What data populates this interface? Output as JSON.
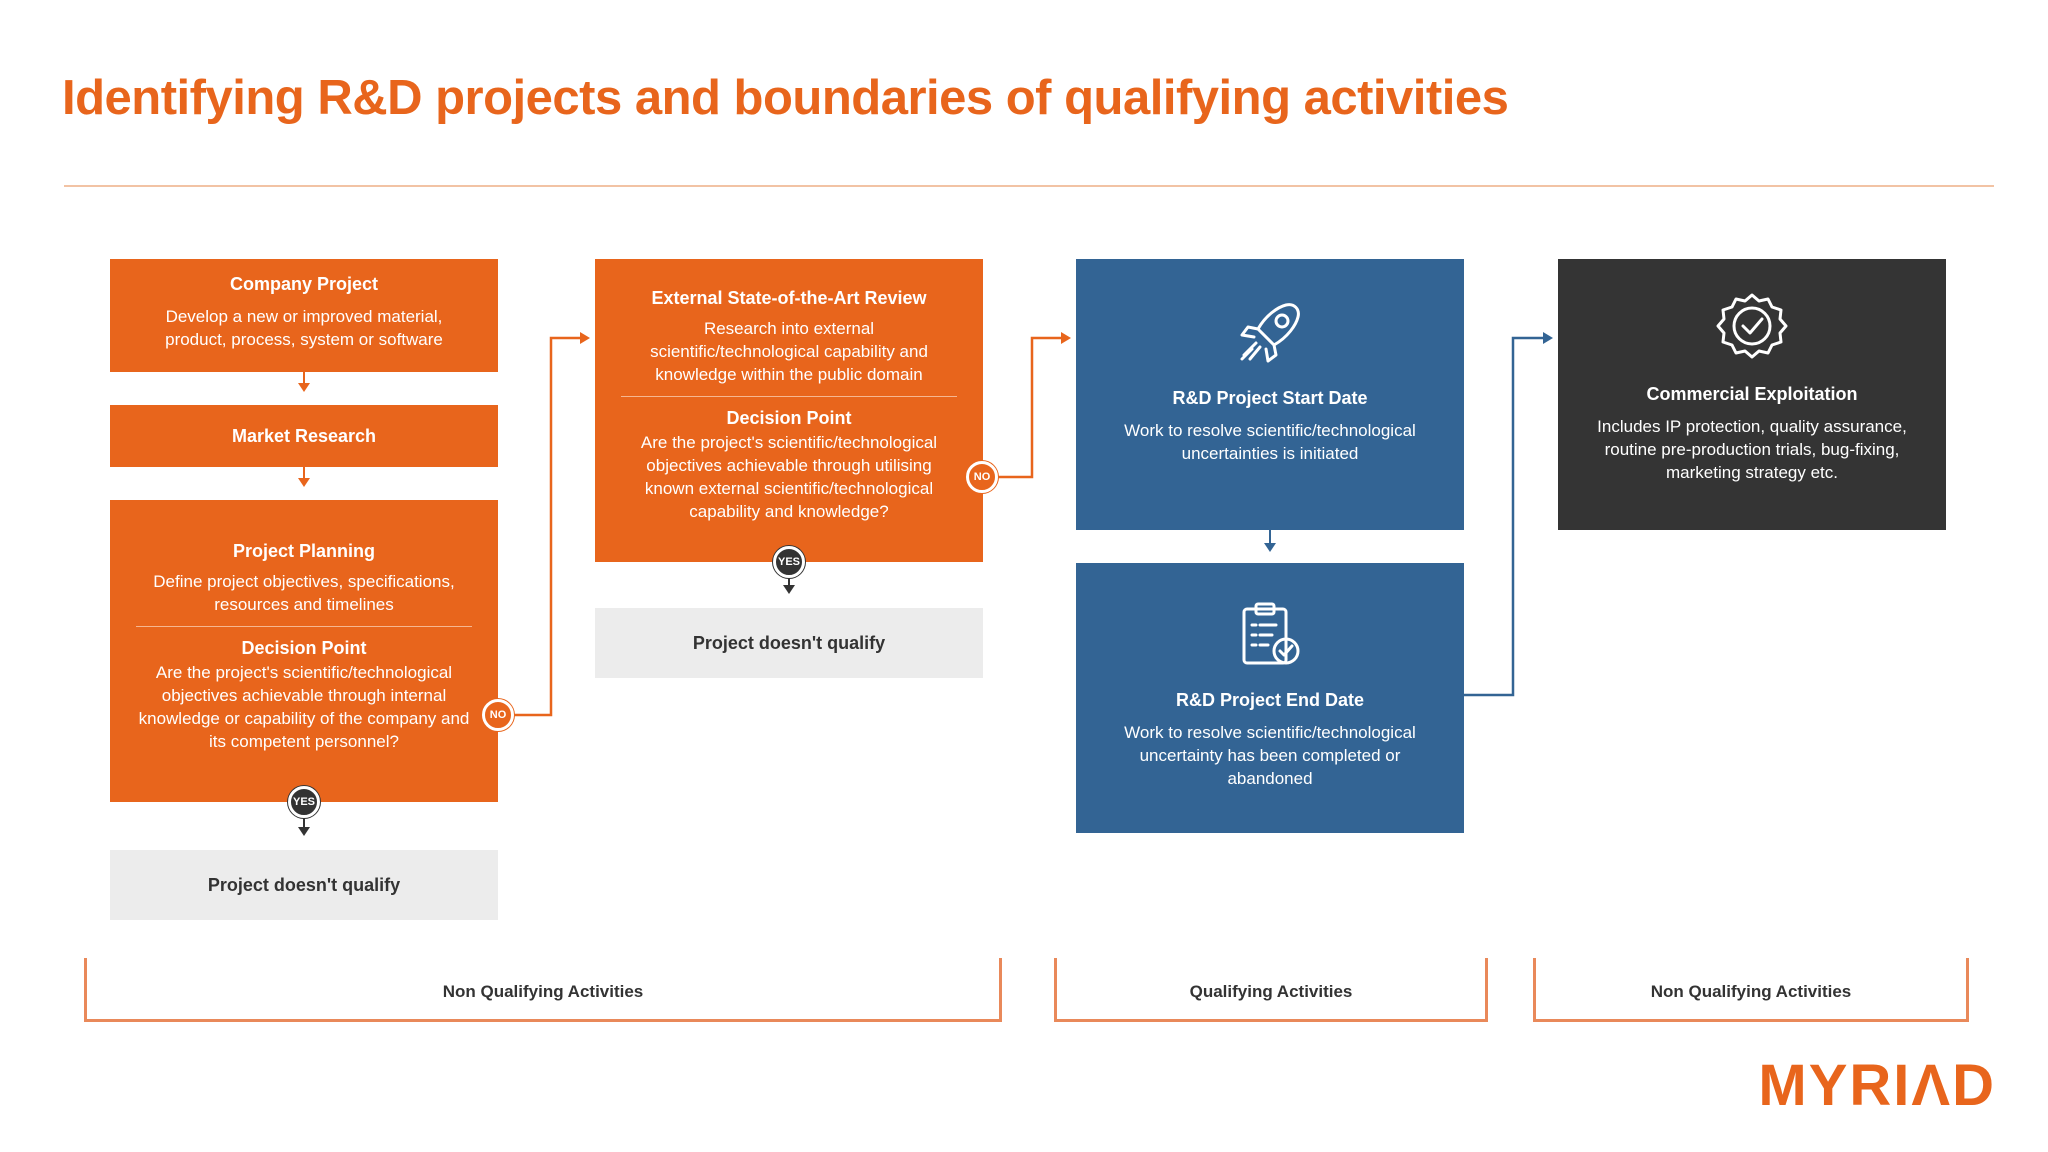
{
  "title": "Identifying R&D projects and boundaries of qualifying activities",
  "col1": {
    "company_project": {
      "heading": "Company Project",
      "body": "Develop a new or improved material, product, process, system or software"
    },
    "market_research": {
      "heading": "Market Research"
    },
    "project_planning": {
      "heading": "Project Planning",
      "body": "Define project objectives, specifications, resources and timelines",
      "decision_heading": "Decision Point",
      "decision_body": "Are the project's scientific/technological objectives achievable through internal knowledge or capability of the company and its competent personnel?"
    },
    "no_badge": "NO",
    "yes_badge": "YES",
    "not_qualify": "Project doesn't qualify"
  },
  "col2": {
    "review": {
      "heading": "External State-of-the-Art Review",
      "body": "Research into external scientific/technological capability and knowledge within the public domain",
      "decision_heading": "Decision Point",
      "decision_body": "Are the project's scientific/technological objectives achievable through utilising known external scientific/technological capability and knowledge?"
    },
    "no_badge": "NO",
    "yes_badge": "YES",
    "not_qualify": "Project doesn't qualify"
  },
  "col3": {
    "start": {
      "icon": "rocket-icon",
      "heading": "R&D Project Start Date",
      "body": "Work to resolve scientific/technological uncertainties is initiated"
    },
    "end": {
      "icon": "clipboard-check-icon",
      "heading": "R&D Project End Date",
      "body": "Work to resolve scientific/technological uncertainty has been completed or abandoned"
    }
  },
  "col4": {
    "icon": "badge-check-icon",
    "heading": "Commercial Exploitation",
    "body": "Includes IP protection, quality assurance, routine pre-production trials, bug-fixing, marketing strategy etc."
  },
  "brackets": {
    "left": "Non Qualifying Activities",
    "middle": "Qualifying Activities",
    "right": "Non Qualifying Activities"
  },
  "logo": "MYRIΛD",
  "colors": {
    "accent_orange": "#e8651c",
    "qualifying_blue": "#336494",
    "commercial_dark": "#343434",
    "neutral_grey": "#ececec"
  }
}
